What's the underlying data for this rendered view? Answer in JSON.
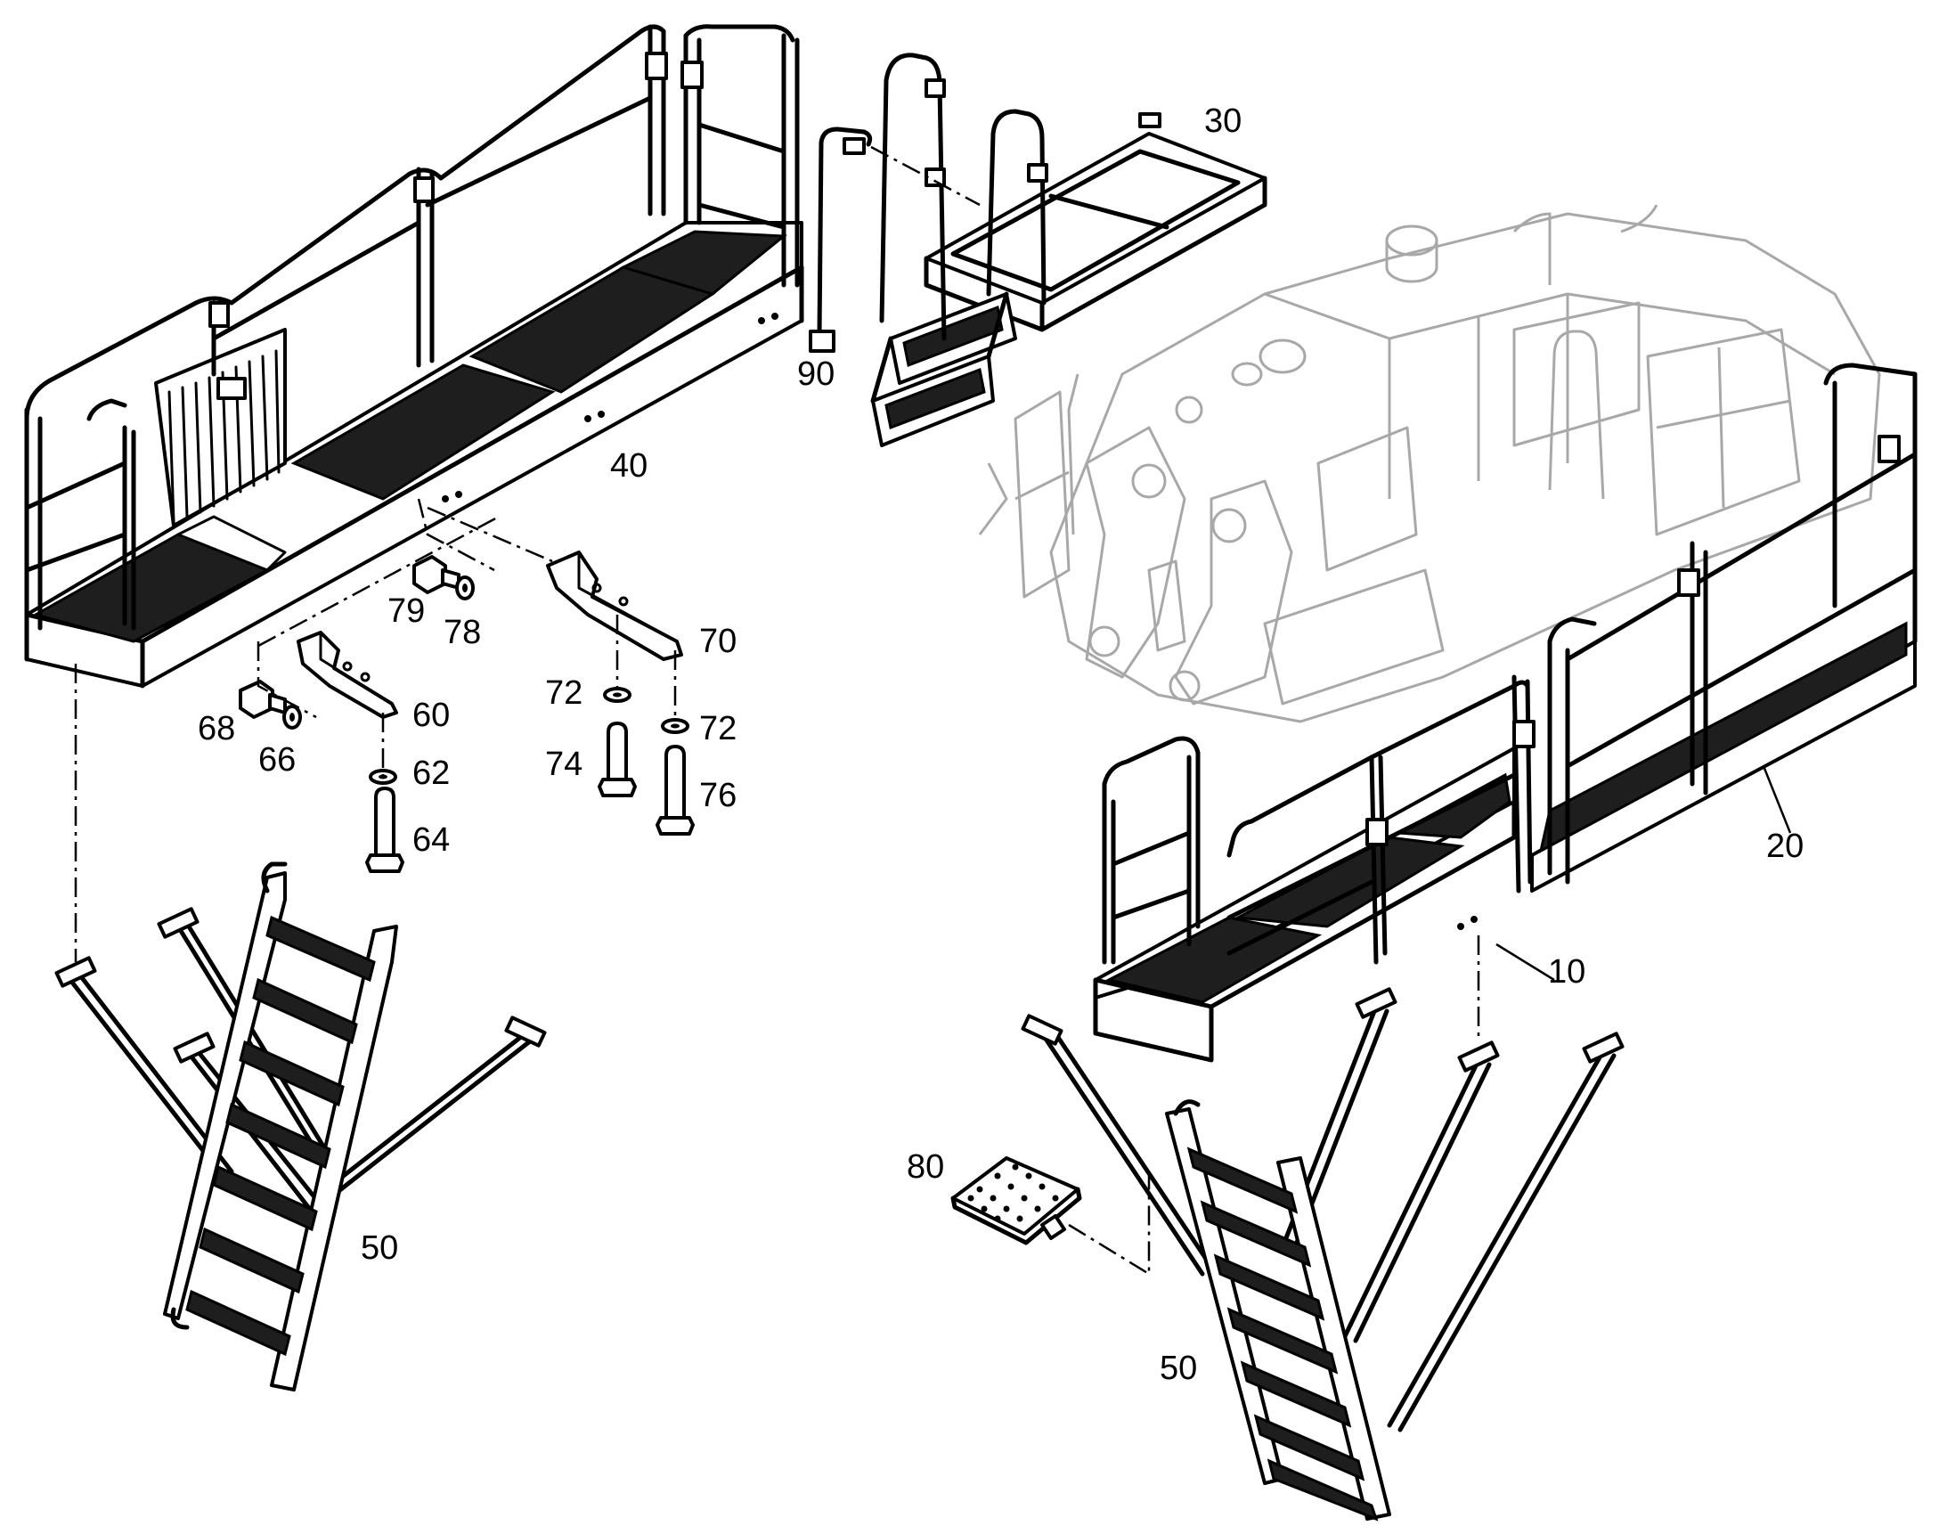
{
  "labels": {
    "l10": "10",
    "l20": "20",
    "l30": "30",
    "l40": "40",
    "l50a": "50",
    "l50b": "50",
    "l60": "60",
    "l62": "62",
    "l64": "64",
    "l66": "66",
    "l68": "68",
    "l70": "70",
    "l72a": "72",
    "l72b": "72",
    "l74": "74",
    "l76": "76",
    "l78": "78",
    "l79": "79",
    "l80": "80",
    "l90": "90"
  }
}
